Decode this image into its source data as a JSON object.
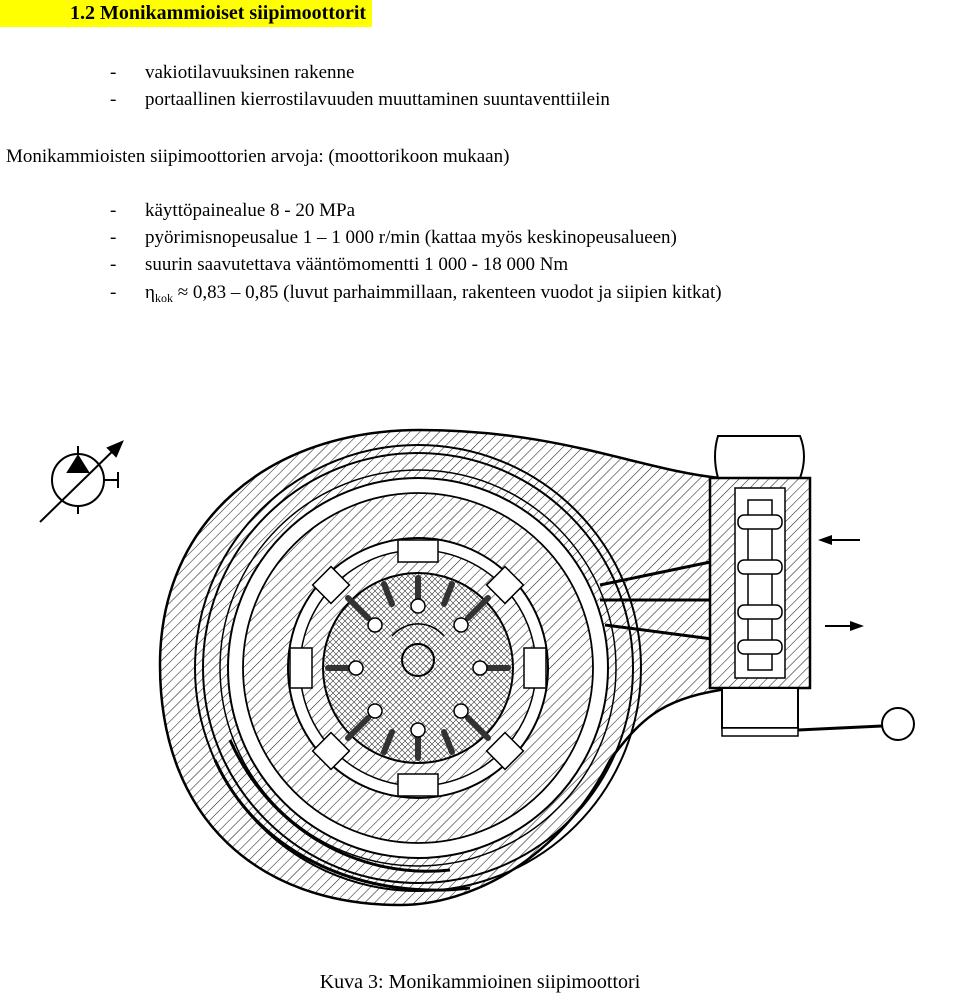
{
  "heading": "1.2 Monikammioiset siipimoottorit",
  "features": [
    "vakiotilavuuksinen rakenne",
    "portaallinen kierrostilavuuden muuttaminen suuntaventtiilein"
  ],
  "intro": "Monikammioisten siipimoottorien arvoja: (moottorikoon mukaan)",
  "values": [
    "käyttöpainealue 8 - 20 MPa",
    "pyörimisnopeusalue 1 – 1 000 r/min (kattaa myös keskinopeusalueen)",
    "suurin saavutettava vääntömomentti 1 000 - 18 000 Nm"
  ],
  "efficiency": {
    "symbol": "η",
    "subscript": "kok",
    "text": " ≈ 0,83 – 0,85 (luvut parhaimmillaan, rakenteen vuodot ja siipien kitkat)"
  },
  "bullet": "-",
  "caption": "Kuva 3: Monikammioinen siipimoottori"
}
